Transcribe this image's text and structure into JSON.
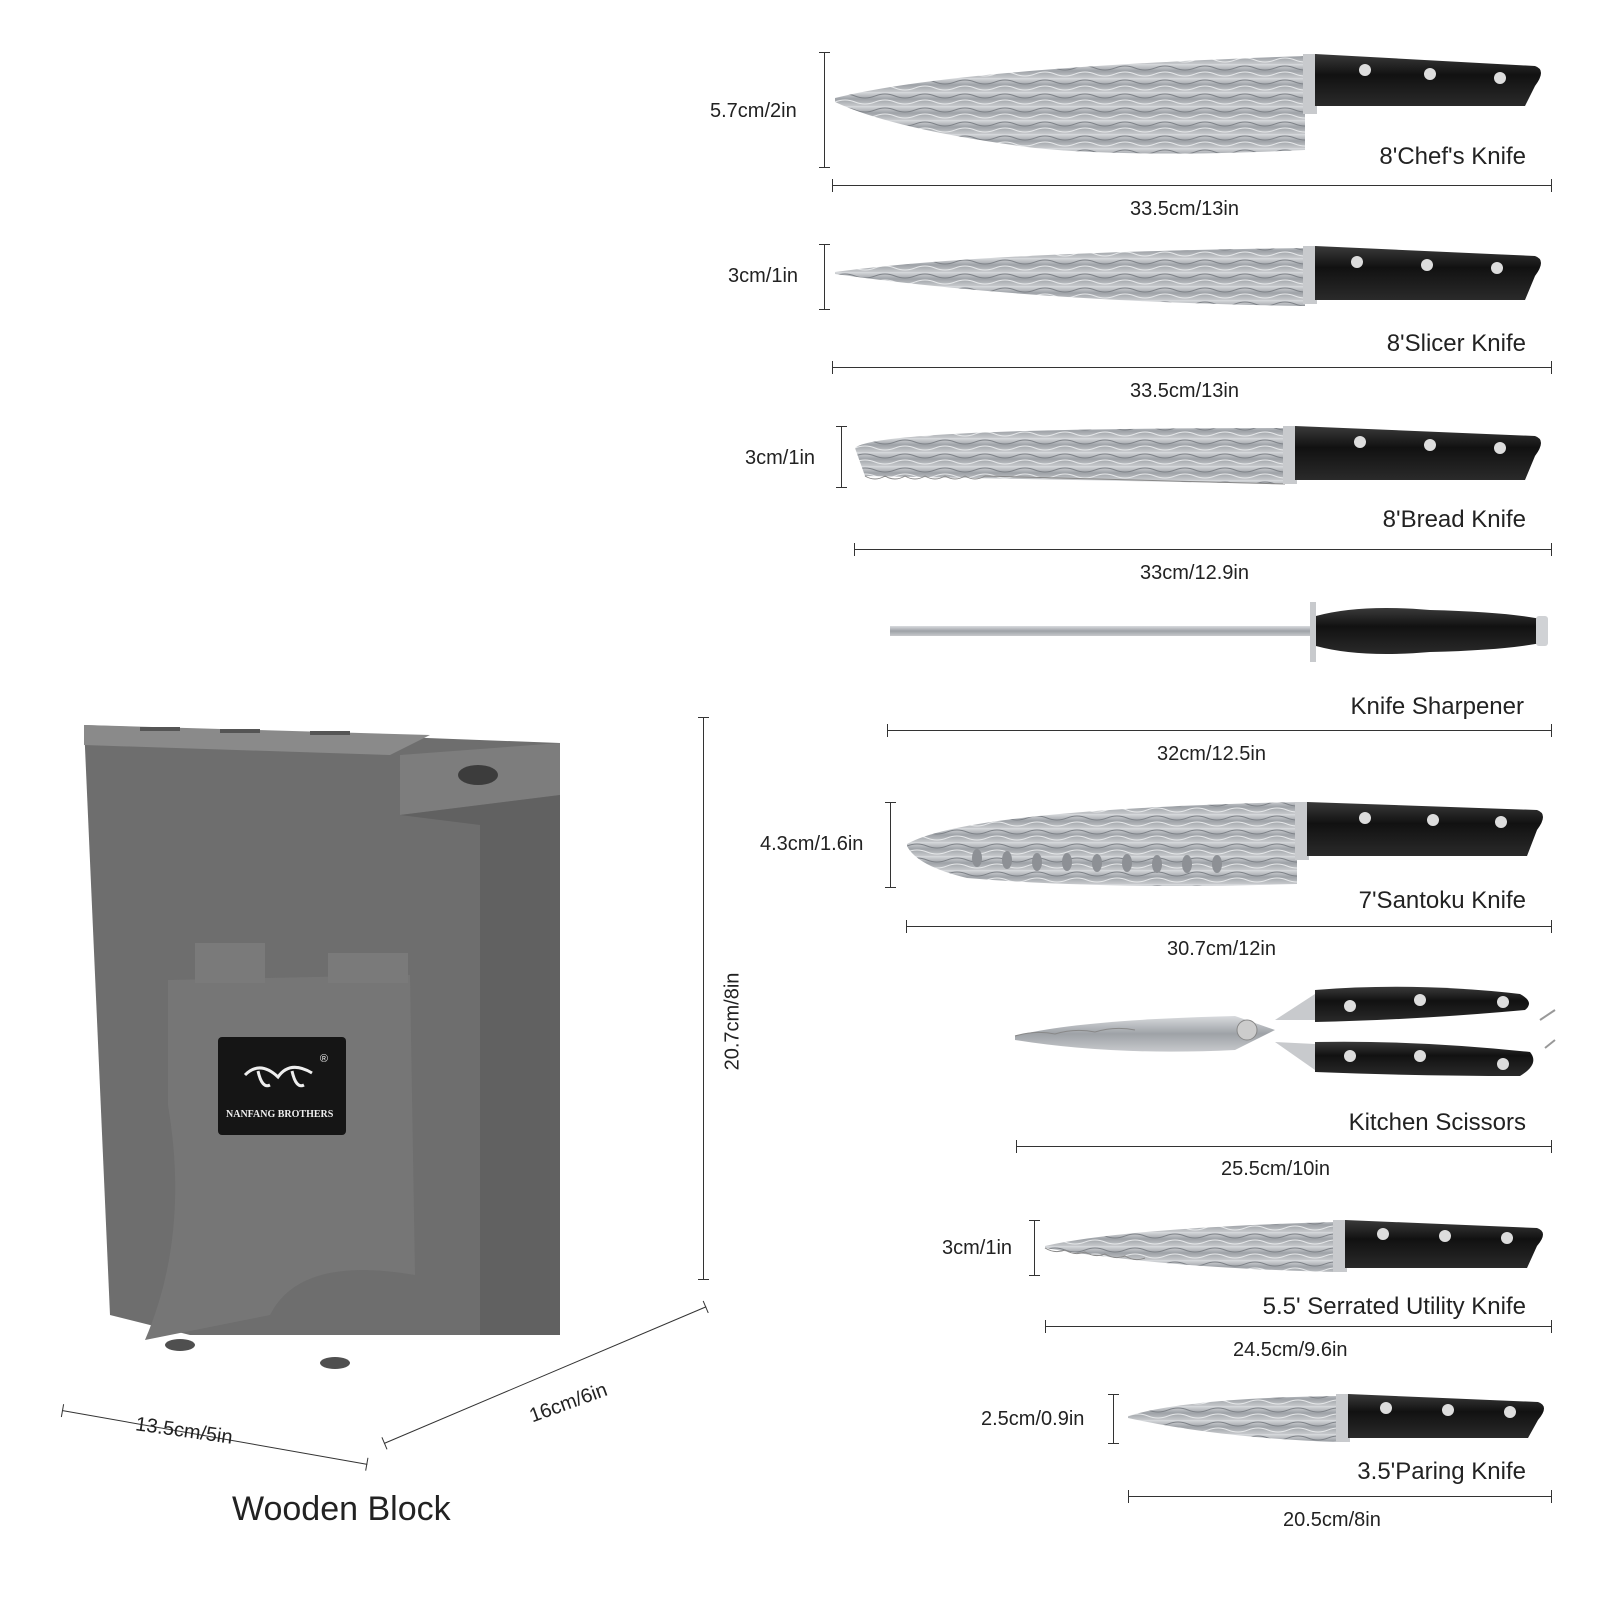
{
  "block": {
    "title": "Wooden Block",
    "width": "13.5cm/5in",
    "depth": "16cm/6in",
    "height": "20.7cm/8in",
    "brand": "NANFANG BROTHERS",
    "trademark": "®"
  },
  "items": [
    {
      "name": "8'Chef's Knife",
      "length": "33.5cm/13in",
      "height": "5.7cm/2in"
    },
    {
      "name": "8'Slicer Knife",
      "length": "33.5cm/13in",
      "height": "3cm/1in"
    },
    {
      "name": "8'Bread Knife",
      "length": "33cm/12.9in",
      "height": "3cm/1in"
    },
    {
      "name": "Knife Sharpener",
      "length": "32cm/12.5in"
    },
    {
      "name": "7'Santoku Knife",
      "length": "30.7cm/12in",
      "height": "4.3cm/1.6in"
    },
    {
      "name": "Kitchen Scissors",
      "length": "25.5cm/10in"
    },
    {
      "name": "5.5' Serrated Utility Knife",
      "length": "24.5cm/9.6in",
      "height": "3cm/1in"
    },
    {
      "name": "3.5'Paring Knife",
      "length": "20.5cm/8in",
      "height": "2.5cm/0.9in"
    }
  ],
  "colors": {
    "block": "#6e6e6e",
    "handle": "#1b1b1b",
    "steel": "#b9bcc0"
  }
}
